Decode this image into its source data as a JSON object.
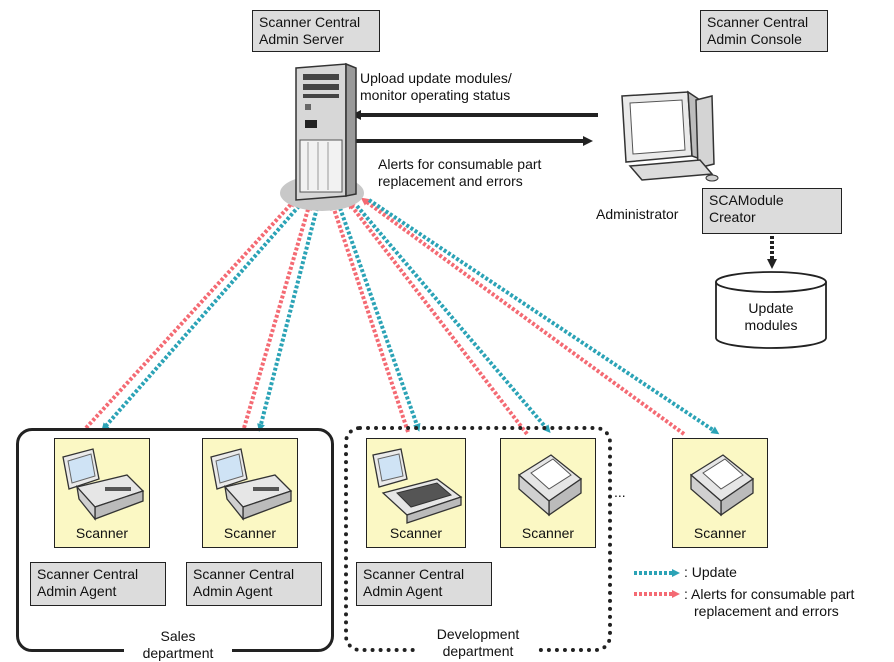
{
  "server": {
    "box_lines": [
      "Scanner Central",
      "Admin Server"
    ]
  },
  "console": {
    "box_lines": [
      "Scanner Central",
      "Admin Console"
    ]
  },
  "upload_text": [
    "Upload update modules/",
    "monitor operating status"
  ],
  "alerts_text": [
    "Alerts for consumable part",
    "replacement and errors"
  ],
  "administrator": {
    "label": "Administrator"
  },
  "creator": {
    "box_lines": [
      "SCAModule",
      "Creator"
    ]
  },
  "modules": {
    "lines": [
      "Update",
      "modules"
    ]
  },
  "scanners": [
    {
      "label": "Scanner",
      "agent_lines": [
        "Scanner Central",
        "Admin Agent"
      ]
    },
    {
      "label": "Scanner",
      "agent_lines": [
        "Scanner Central",
        "Admin Agent"
      ]
    },
    {
      "label": "Scanner",
      "agent_lines": [
        "Scanner Central",
        "Admin Agent"
      ]
    },
    {
      "label": "Scanner",
      "agent_lines": []
    },
    {
      "label": "Scanner",
      "agent_lines": []
    }
  ],
  "ellipsis": "...",
  "departments": {
    "sales": [
      "Sales",
      "department"
    ],
    "development": [
      "Development",
      "department"
    ]
  },
  "legend": {
    "update": ": Update",
    "alerts": [
      ": Alerts for consumable part",
      "replacement and errors"
    ]
  },
  "colors": {
    "update": "#2ba3b6",
    "alert": "#f46a73",
    "box": "#dcdcdc",
    "card": "#fbf8c4"
  }
}
